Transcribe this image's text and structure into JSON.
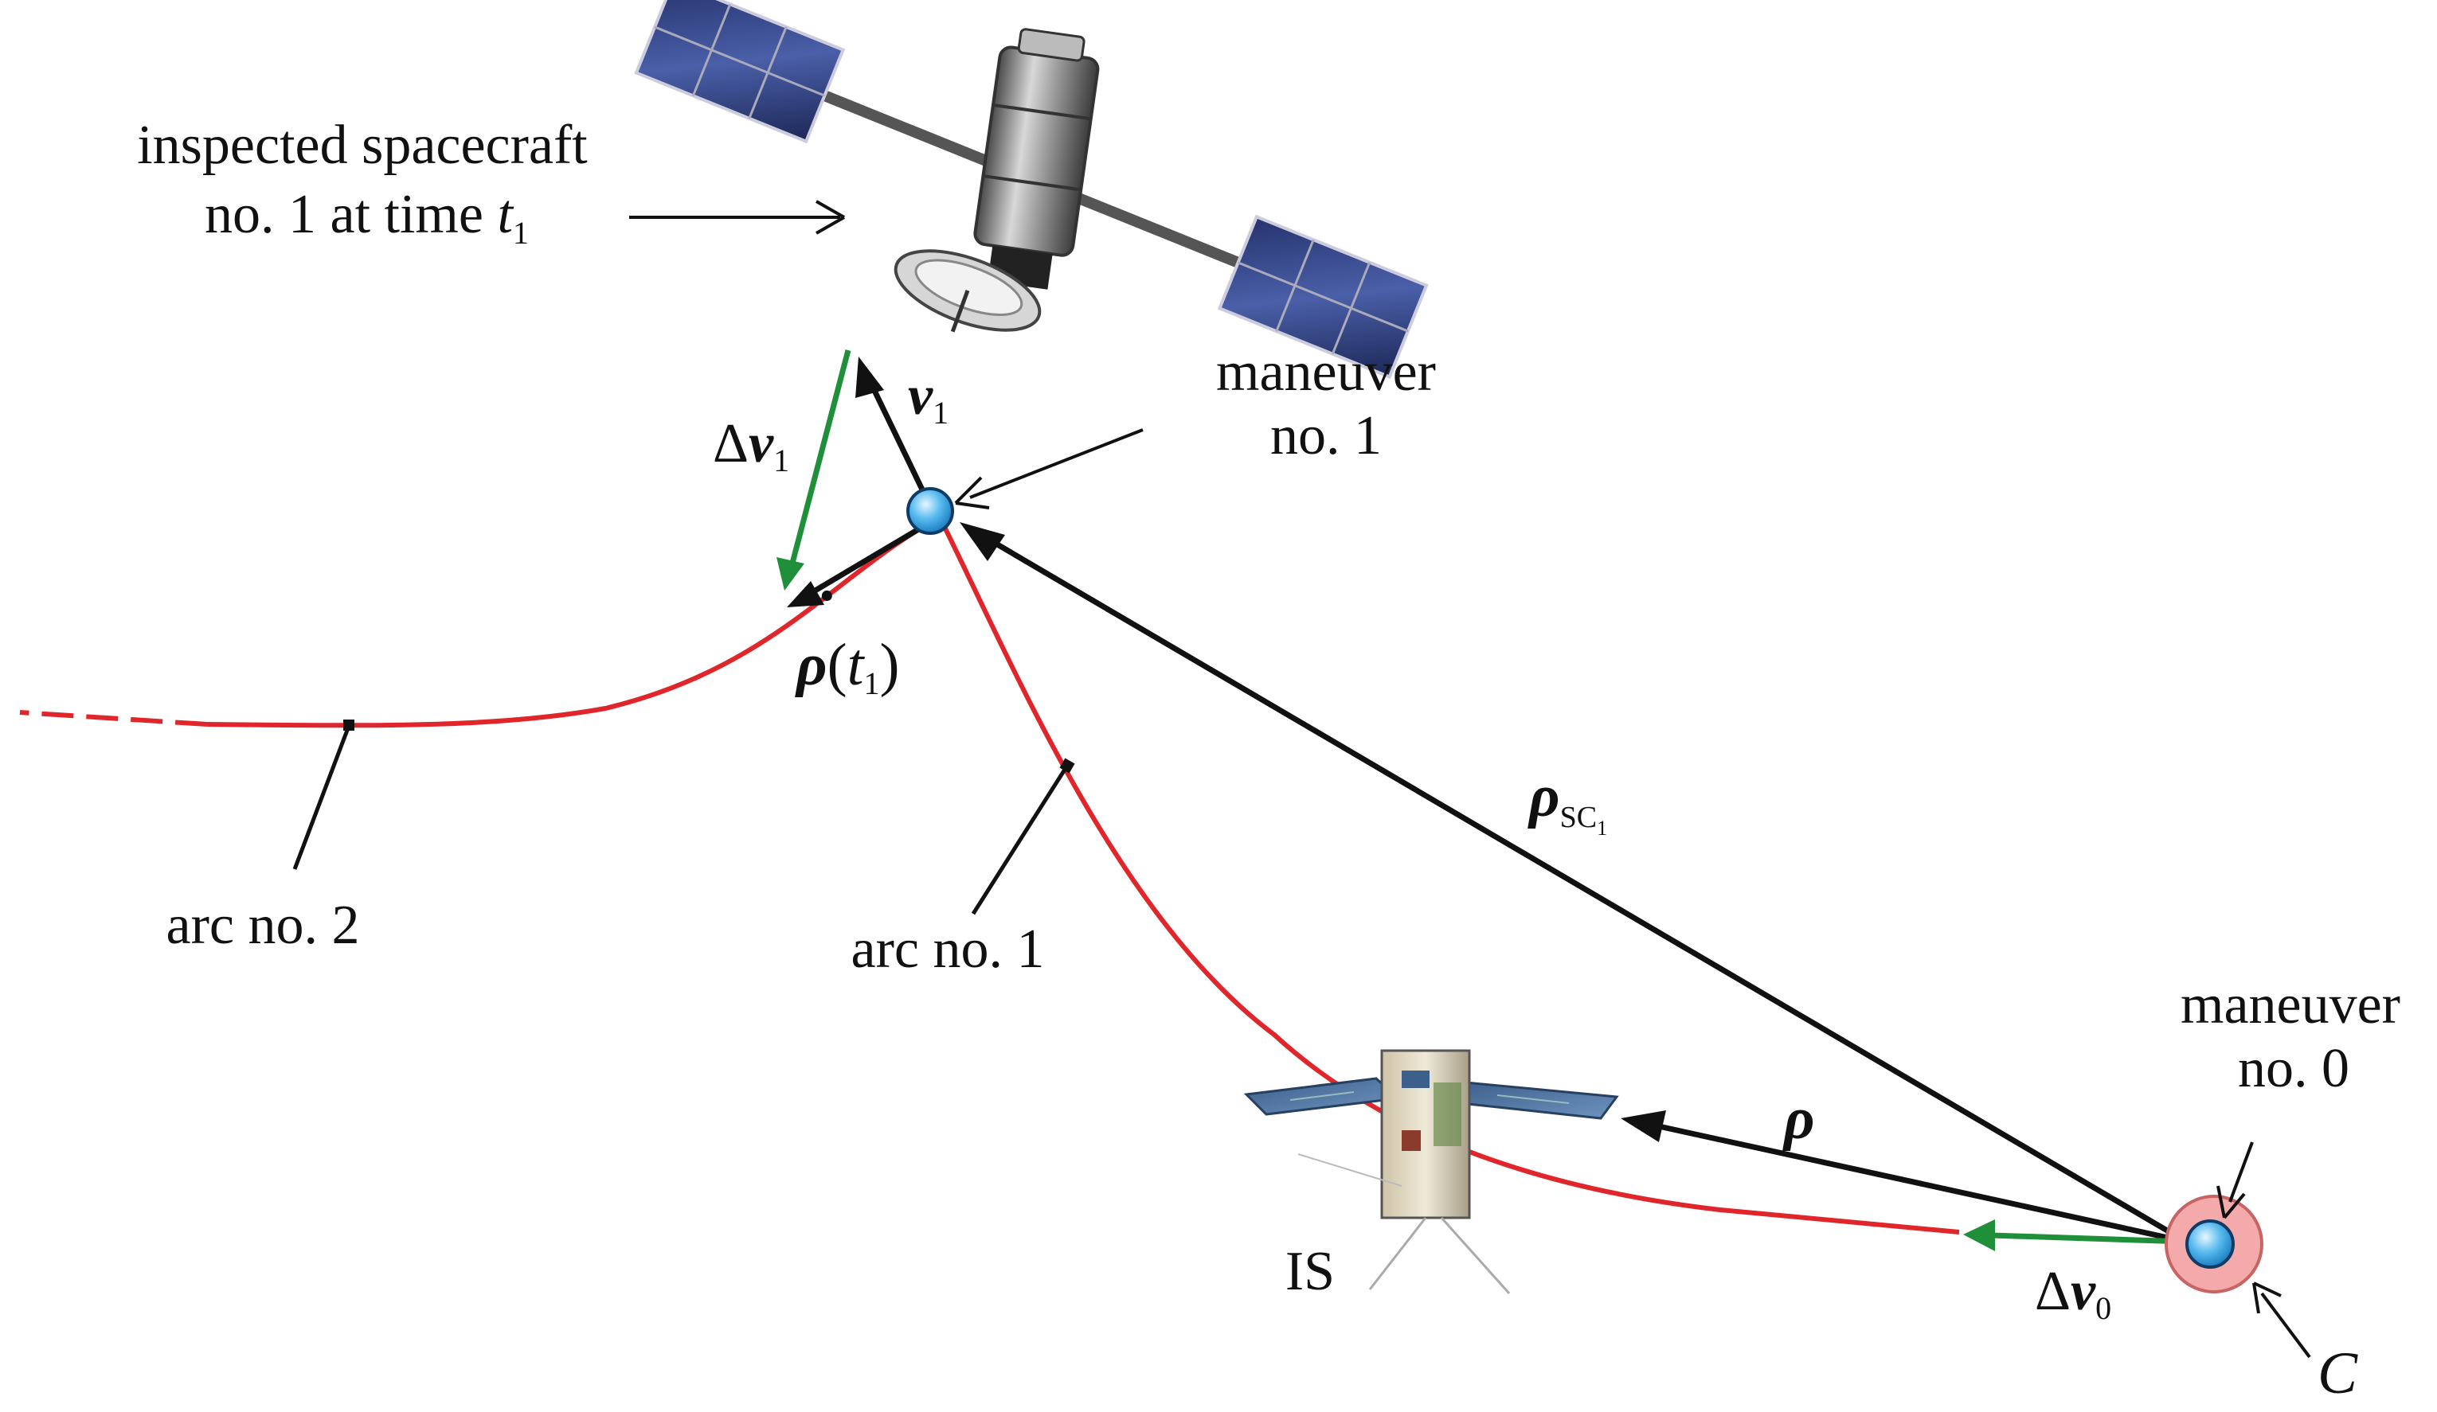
{
  "colors": {
    "trajectory": "#e0262b",
    "black_vector": "#111111",
    "delta_v": "#1f8f3a",
    "node_fill": "#5bbcf0",
    "region_c": "#f4aaaa"
  },
  "labels": {
    "inspected_line1": "inspected spacecraft",
    "inspected_line2": "no. 1 at time ",
    "inspected_t": "t",
    "inspected_sub": "1",
    "maneuver1_line1": "maneuver",
    "maneuver1_line2": "no. 1",
    "maneuver0_line1": "maneuver",
    "maneuver0_line2": "no. 0",
    "v1": "v",
    "v1_sub": "1",
    "dv1_delta": "Δ",
    "dv1": "v",
    "dv1_sub": "1",
    "rhodot": "ρ",
    "rhodot_dot": "·",
    "rhodot_paren_open": "(",
    "rhodot_t": "t",
    "rhodot_t_sub": "1",
    "rhodot_paren_close": ")",
    "rho_sc": "ρ",
    "rho_sc_sub": "SC",
    "rho_sc_subsub": "1",
    "rho": "ρ",
    "dv0_delta": "Δ",
    "dv0": "v",
    "dv0_sub": "0",
    "arc1": "arc no. 1",
    "arc2": "arc no. 2",
    "is": "IS",
    "c": "C"
  },
  "icons": {
    "spacecraft": "satellite-icon",
    "inspector": "cubesat-icon"
  }
}
